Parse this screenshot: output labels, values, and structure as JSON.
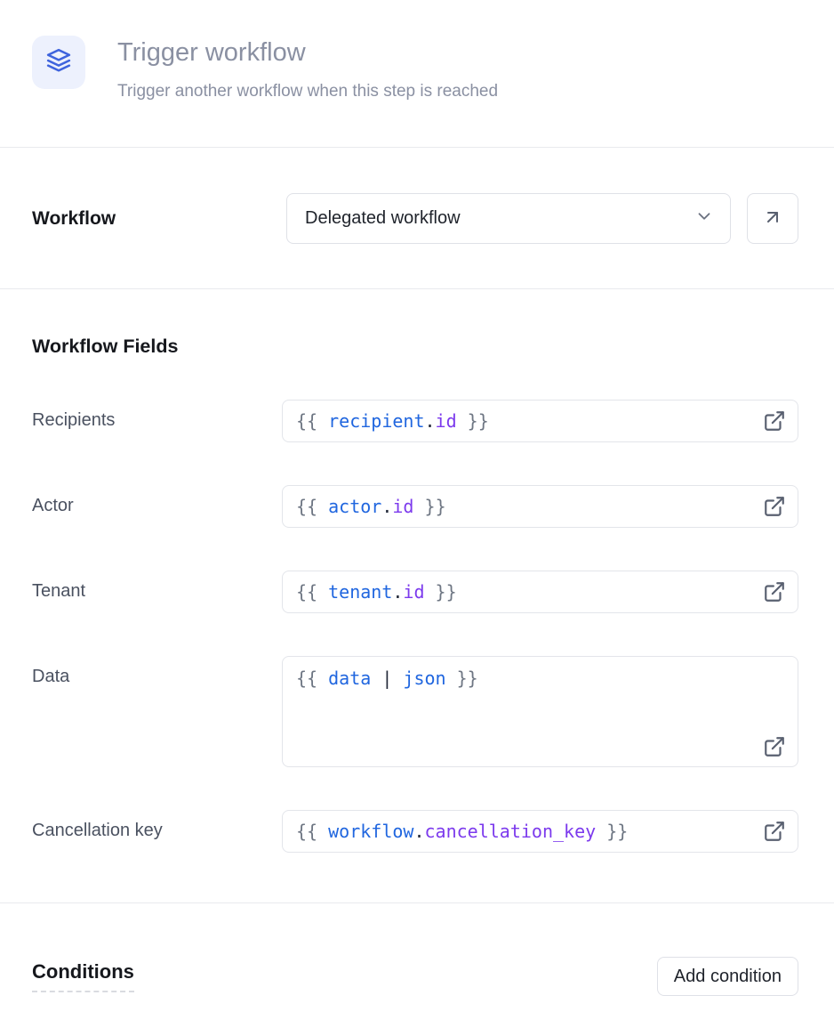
{
  "colors": {
    "accent_indigo": "#3E63DD",
    "icon_bg": "#EDF1FD",
    "code_blue": "#2066DF",
    "code_purple": "#7C3AED",
    "code_gray": "#6E7683",
    "code_dark": "#222838",
    "muted_text": "#8A90A2",
    "heading_text": "#16181D",
    "label_text": "#4A5160",
    "border": "#DFE1E7",
    "divider": "#E9EAEE"
  },
  "header": {
    "icon": "layers-icon",
    "title": "Trigger workflow",
    "subtitle": "Trigger another workflow when this step is reached"
  },
  "workflow": {
    "label": "Workflow",
    "select_value": "Delegated workflow",
    "select_icon": "chevron-down-icon",
    "open_button_icon": "arrow-up-right-icon"
  },
  "workflow_fields": {
    "heading": "Workflow Fields",
    "fields": [
      {
        "label": "Recipients",
        "value_text": "{{ recipient.id }}",
        "multiline": false,
        "trailing_icon": "external-link-icon",
        "tokens": [
          {
            "text": "{{ ",
            "color": "gray"
          },
          {
            "text": "recipient",
            "color": "blue"
          },
          {
            "text": ".",
            "color": "dark"
          },
          {
            "text": "id",
            "color": "purple"
          },
          {
            "text": " }}",
            "color": "gray"
          }
        ]
      },
      {
        "label": "Actor",
        "value_text": "{{ actor.id }}",
        "multiline": false,
        "trailing_icon": "external-link-icon",
        "tokens": [
          {
            "text": "{{ ",
            "color": "gray"
          },
          {
            "text": "actor",
            "color": "blue"
          },
          {
            "text": ".",
            "color": "dark"
          },
          {
            "text": "id",
            "color": "purple"
          },
          {
            "text": " }}",
            "color": "gray"
          }
        ]
      },
      {
        "label": "Tenant",
        "value_text": "{{ tenant.id }}",
        "multiline": false,
        "trailing_icon": "external-link-icon",
        "tokens": [
          {
            "text": "{{ ",
            "color": "gray"
          },
          {
            "text": "tenant",
            "color": "blue"
          },
          {
            "text": ".",
            "color": "dark"
          },
          {
            "text": "id",
            "color": "purple"
          },
          {
            "text": " }}",
            "color": "gray"
          }
        ]
      },
      {
        "label": "Data",
        "value_text": "{{ data | json }}",
        "multiline": true,
        "trailing_icon": "external-link-icon",
        "tokens": [
          {
            "text": "{{ ",
            "color": "gray"
          },
          {
            "text": "data",
            "color": "blue"
          },
          {
            "text": " | ",
            "color": "dark"
          },
          {
            "text": "json",
            "color": "blue"
          },
          {
            "text": " }}",
            "color": "gray"
          }
        ]
      },
      {
        "label": "Cancellation key",
        "value_text": "{{ workflow.cancellation_key }}",
        "multiline": false,
        "trailing_icon": "external-link-icon",
        "tokens": [
          {
            "text": "{{ ",
            "color": "gray"
          },
          {
            "text": "workflow",
            "color": "blue"
          },
          {
            "text": ".",
            "color": "dark"
          },
          {
            "text": "cancellation_key",
            "color": "purple"
          },
          {
            "text": " }}",
            "color": "gray"
          }
        ]
      }
    ]
  },
  "conditions": {
    "heading": "Conditions",
    "add_button_label": "Add condition"
  }
}
